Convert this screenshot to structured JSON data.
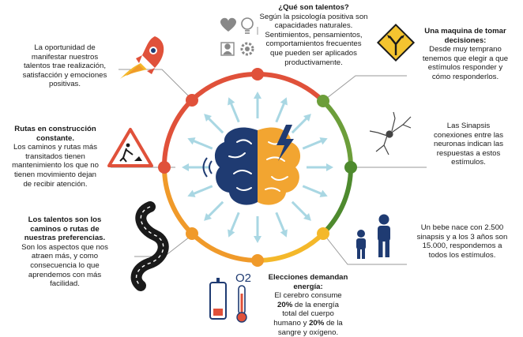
{
  "colors": {
    "ring_red": "#e0513a",
    "ring_orange": "#f09a2a",
    "ring_yellow": "#f4b82a",
    "ring_green": "#6c9e3a",
    "ring_dark_green": "#4e8a2e",
    "arrow": "#a9d7e3",
    "brain_left": "#1f3b72",
    "brain_right": "#f2a531",
    "bolt": "#1f3b72",
    "connector": "#9a9a9a"
  },
  "top_center": {
    "title": "¿Qué son talentos?",
    "lines": [
      "Según la psicología positiva son",
      "capacidades naturales.",
      "Sentimientos, pensamientos,",
      "comportamientos frecuentes",
      "que pueden ser aplicados",
      "productivamente."
    ]
  },
  "top_left": {
    "lines": [
      "La oportunidad de",
      "manifestar nuestros",
      "talentos trae realización,",
      "satisfacción y emociones",
      "positivas."
    ]
  },
  "top_right": {
    "title_lines": [
      "Una maquina de tomar",
      "decisiones:"
    ],
    "lines": [
      "Desde muy temprano",
      "tenemos que elegir a que",
      "estímulos responder y",
      "cómo responderlos."
    ]
  },
  "mid_left": {
    "title_lines": [
      "Rutas en construcción",
      "constante."
    ],
    "lines": [
      "Los caminos y rutas más",
      "transitados tienen",
      "mantenimiento los que no",
      "tienen movimiento dejan",
      "de recibir atención."
    ]
  },
  "mid_right": {
    "lines": [
      "Las Sinapsis",
      "conexiones entre las",
      "neuronas indican las",
      "respuestas a estos",
      "estímulos."
    ]
  },
  "bottom_left": {
    "title_lines": [
      "Los talentos son los",
      "caminos o rutas de",
      "nuestras preferencias."
    ],
    "lines": [
      "Son los aspectos que nos",
      "atraen más, y como",
      "consecuencia lo que",
      "aprendemos con más",
      "facilidad."
    ]
  },
  "bottom_right": {
    "lines": [
      "Un bebe nace con 2.500",
      "sinapsis y a los 3 años son",
      "15.000, respondemos a",
      "todos los estímulos."
    ]
  },
  "bottom_center": {
    "title_lines": [
      "Elecciones demandan",
      "energía:"
    ],
    "line1": "El cerebro consume",
    "pct1": "20%",
    "line2": "de la energía",
    "line3": "total del cuerpo",
    "line4a": "humano y",
    "pct2": "20%",
    "line4b": "de la",
    "line5": "sangre y oxígeno."
  },
  "o2_label": "O2",
  "icons": [
    "rocket-icon",
    "heart-icon",
    "lightbulb-icon",
    "person-card-icon",
    "gear-icon",
    "road-sign-icon",
    "construction-sign-icon",
    "neuron-icon",
    "winding-road-icon",
    "children-icon",
    "battery-icon",
    "thermometer-icon",
    "brain-icon",
    "lightning-icon"
  ]
}
